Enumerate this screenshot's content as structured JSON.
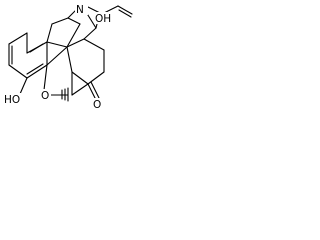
{
  "structure": {
    "atoms": {
      "nitrogen": "N",
      "hydroxyl_tertiary": "OH",
      "hydroxyl_phenol": "HO",
      "ether_oxygen": "O",
      "ketone_oxygen": "O"
    }
  },
  "colors": {
    "bond": "#000000",
    "background": "#ffffff"
  }
}
